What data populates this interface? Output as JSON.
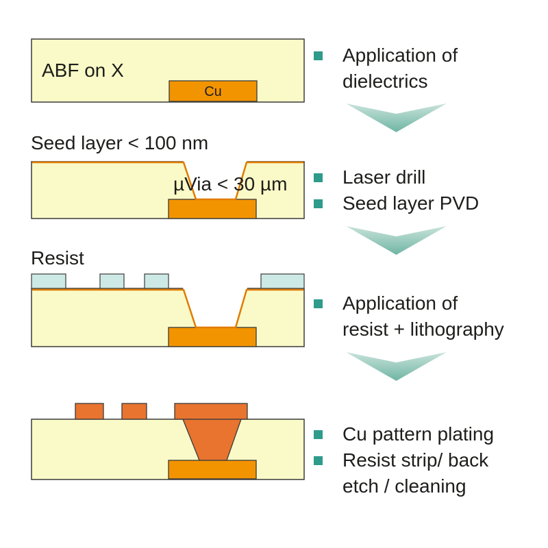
{
  "colors": {
    "dielectric": "#FAFAC8",
    "cu": "#F29400",
    "plated-cu": "#E8742F",
    "resist": "#CDE9E6",
    "seed": "#E07B00",
    "outline": "#3A3A3A",
    "bullet": "#2E9B8B",
    "arrow-top": "#C9E3DB",
    "arrow-bottom": "#6FB5A3",
    "text": "#1D1D1B"
  },
  "stage1": {
    "box_label": "ABF on X",
    "cu_label": "Cu",
    "bullet1_line1": "Application of",
    "bullet1_line2": "dielectrics"
  },
  "stage2": {
    "caption": "Seed layer < 100 nm",
    "via_label": "µVia < 30 µm",
    "bullet1": "Laser drill",
    "bullet2": "Seed layer PVD"
  },
  "stage3": {
    "caption": "Resist",
    "bullet1_line1": "Application of",
    "bullet1_line2": "resist + lithography"
  },
  "stage4": {
    "bullet1": "Cu pattern plating",
    "bullet2_line1": "Resist strip/ back",
    "bullet2_line2": "etch / cleaning"
  }
}
